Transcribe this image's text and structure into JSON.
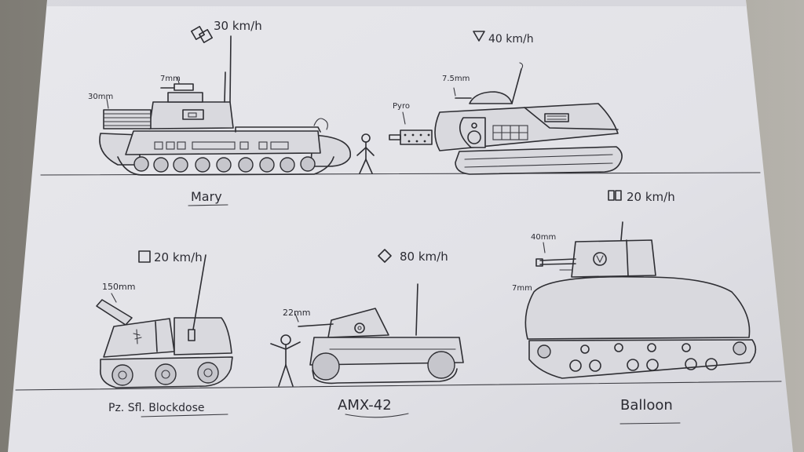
{
  "sketch": {
    "speeds": {
      "mary": "30 km/h",
      "pyro": "40 km/h",
      "balloon": "20 km/h",
      "blockdose": "20 km/h",
      "amx": "80 km/h"
    },
    "labels": {
      "mary_30mm": "30mm",
      "mary_7mm": "7mm",
      "pyro_7mm": "7.5mm",
      "pyro_name": "Pyro",
      "blockdose_150mm": "150mm",
      "amx_22mm": "22mm",
      "balloon_40mm": "40mm",
      "balloon_7mm": "7mm"
    },
    "names": {
      "mary": "Mary",
      "blockdose": "Pz. Sfl. Blockdose",
      "amx": "AMX-42",
      "balloon": "Balloon"
    },
    "colors": {
      "paper": "#e6e6ea",
      "pencil": "#2e2e33",
      "table": "#8f8c84"
    }
  }
}
